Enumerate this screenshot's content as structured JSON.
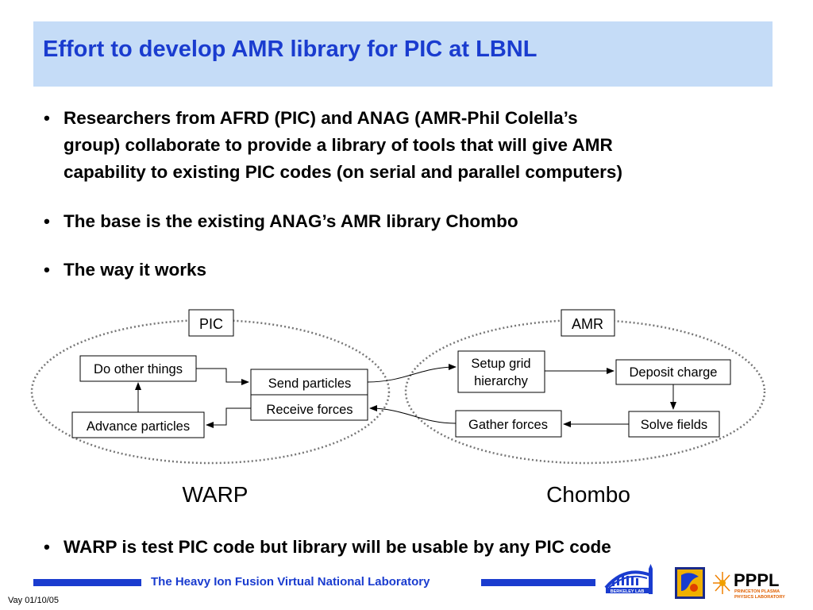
{
  "slide": {
    "title": "Effort to develop AMR library for PIC at LBNL",
    "bullets": [
      {
        "lines": [
          "Researchers from AFRD (PIC) and ANAG (AMR-Phil Colella’s",
          "group) collaborate to provide a library of tools that will give AMR",
          "capability to existing PIC codes (on serial and parallel computers)"
        ]
      },
      {
        "lines": [
          "The base is the existing ANAG’s AMR library Chombo"
        ]
      },
      {
        "lines": [
          "The way it works"
        ]
      },
      {
        "lines": [
          "WARP is test PIC code but library will be usable by any PIC code"
        ]
      }
    ],
    "bullet_char": "•"
  },
  "diagram": {
    "left_group_label": "PIC",
    "right_group_label": "AMR",
    "left_name": "WARP",
    "right_name": "Chombo",
    "boxes": {
      "do_other_things": "Do other things",
      "advance_particles": "Advance particles",
      "send_particles": "Send particles",
      "receive_forces": "Receive forces",
      "setup_grid_1": "Setup grid",
      "setup_grid_2": "hierarchy",
      "deposit_charge": "Deposit charge",
      "solve_fields": "Solve fields",
      "gather_forces": "Gather forces"
    }
  },
  "footer": {
    "lab_name": "The Heavy Ion Fusion Virtual National Laboratory",
    "date": "Vay 01/10/05",
    "logos": {
      "berkeley": "BERKELEY LAB",
      "pppl": "PPPL",
      "pppl_sub1": "PRINCETON PLASMA",
      "pppl_sub2": "PHYSICS LABORATORY"
    },
    "colors": {
      "accent": "#1a3ccf",
      "title_bg": "#c5dcf7"
    }
  }
}
